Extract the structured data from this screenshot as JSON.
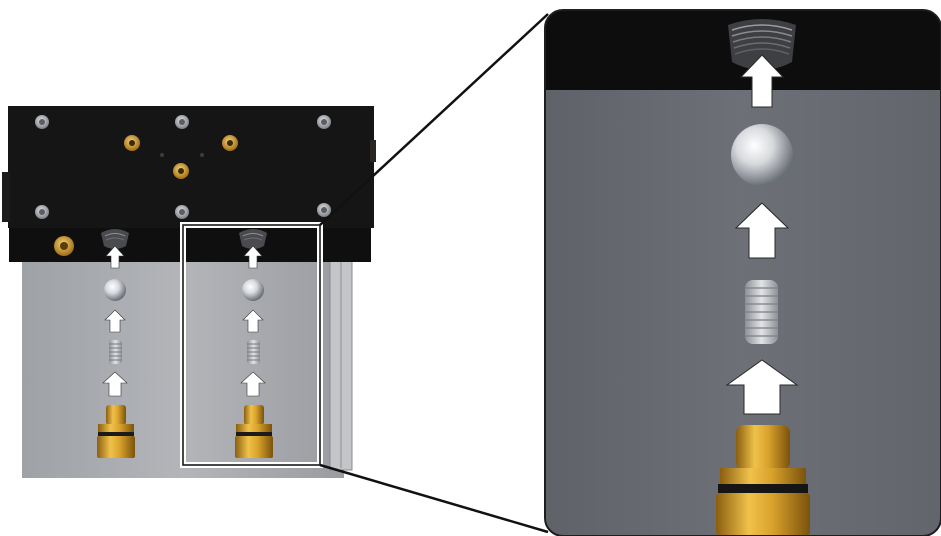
{
  "diagram": {
    "caption": "",
    "parts": {
      "manifold": "manifold-block",
      "port": "threaded-port",
      "ball": "steel-ball",
      "spring": "compression-spring",
      "plug": "brass-plug",
      "arrow": "assembly-direction-arrow"
    },
    "colors": {
      "block": "#0f0f10",
      "body": "#a7a9ae",
      "zoom_body": "#6a6d73",
      "brass": "#c9931f",
      "arrow": "#ffffff",
      "frame": "#2a2a2a"
    }
  }
}
